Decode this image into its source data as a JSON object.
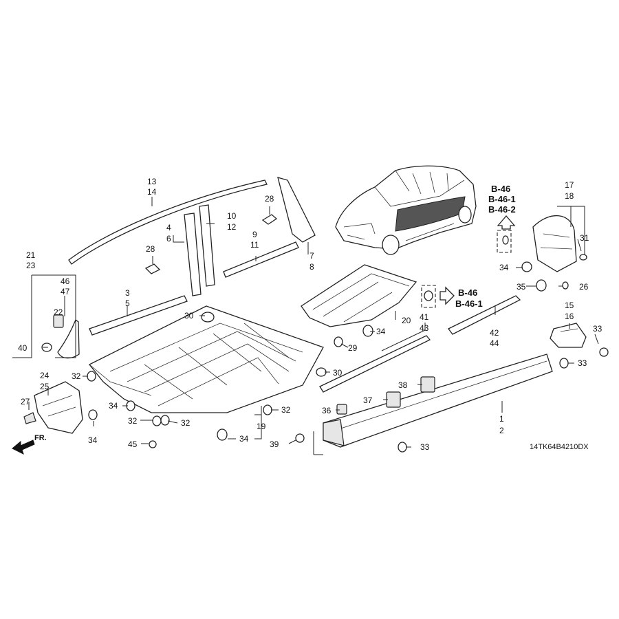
{
  "callouts": {
    "c1": "1",
    "c2": "2",
    "c3": "3",
    "c4": "4",
    "c5": "5",
    "c6": "6",
    "c7": "7",
    "c8": "8",
    "c9": "9",
    "c10": "10",
    "c11": "11",
    "c12": "12",
    "c13": "13",
    "c14": "14",
    "c15": "15",
    "c16": "16",
    "c17": "17",
    "c18": "18",
    "c19": "19",
    "c20": "20",
    "c21": "21",
    "c22": "22",
    "c23": "23",
    "c24": "24",
    "c25": "25",
    "c26": "26",
    "c27": "27",
    "c28a": "28",
    "c28b": "28",
    "c29": "29",
    "c30a": "30",
    "c30b": "30",
    "c31": "31",
    "c32a": "32",
    "c32b": "32",
    "c32c": "32",
    "c32d": "32",
    "c33a": "33",
    "c33b": "33",
    "c33c": "33",
    "c34a": "34",
    "c34b": "34",
    "c34c": "34",
    "c34d": "34",
    "c34e": "34",
    "c35": "35",
    "c36": "36",
    "c37": "37",
    "c38": "38",
    "c39": "39",
    "c40": "40",
    "c41": "41",
    "c42": "42",
    "c43": "43",
    "c44": "44",
    "c45": "45",
    "c46": "46",
    "c47": "47"
  },
  "references": {
    "top_right": [
      "B-46",
      "B-46-1",
      "B-46-2"
    ],
    "middle": [
      "B-46",
      "B-46-1"
    ]
  },
  "direction_label": "FR.",
  "diagram_code": "14TK64B4210DX"
}
